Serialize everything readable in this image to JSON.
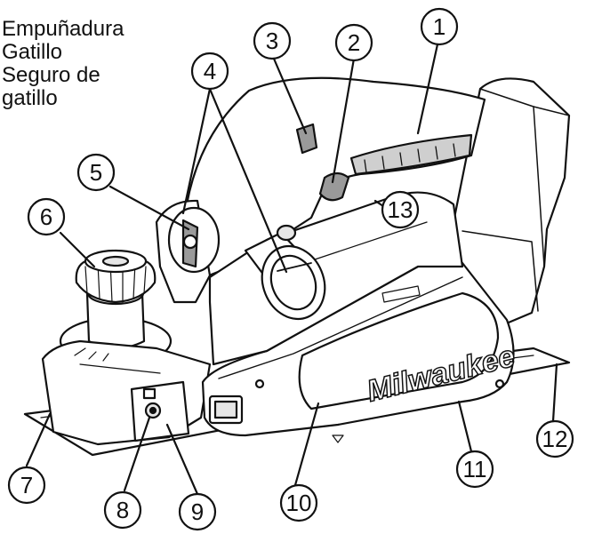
{
  "legend": [
    "Empuñadura",
    "Gatillo",
    "Seguro de",
    "gatillo"
  ],
  "callouts": [
    "1",
    "2",
    "3",
    "4",
    "5",
    "6",
    "7",
    "8",
    "9",
    "10",
    "11",
    "12",
    "13"
  ],
  "brand_text": "Milwaukee",
  "colors": {
    "ink": "#111111",
    "paper": "#ffffff",
    "shade": "#e6e6e6",
    "grip": "#cfcfcf"
  }
}
